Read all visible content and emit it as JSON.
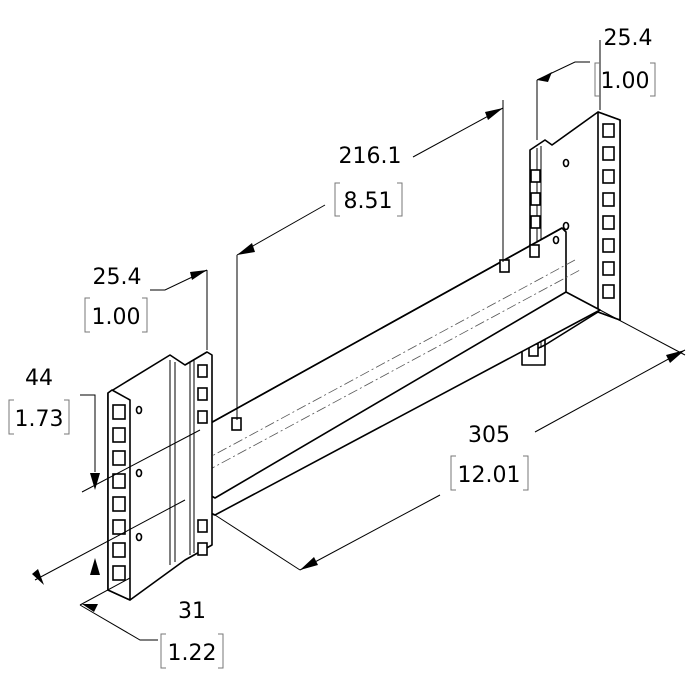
{
  "drawing": {
    "dimensions": [
      {
        "id": "rear-rail-width",
        "mm": "25.4",
        "inch": "1.00"
      },
      {
        "id": "hole-spacing",
        "mm": "216.1",
        "inch": "8.51"
      },
      {
        "id": "front-rail-width",
        "mm": "25.4",
        "inch": "1.00"
      },
      {
        "id": "height",
        "mm": "44",
        "inch": "1.73"
      },
      {
        "id": "depth",
        "mm": "305",
        "inch": "12.01"
      },
      {
        "id": "rail-depth",
        "mm": "31",
        "inch": "1.22"
      }
    ]
  }
}
